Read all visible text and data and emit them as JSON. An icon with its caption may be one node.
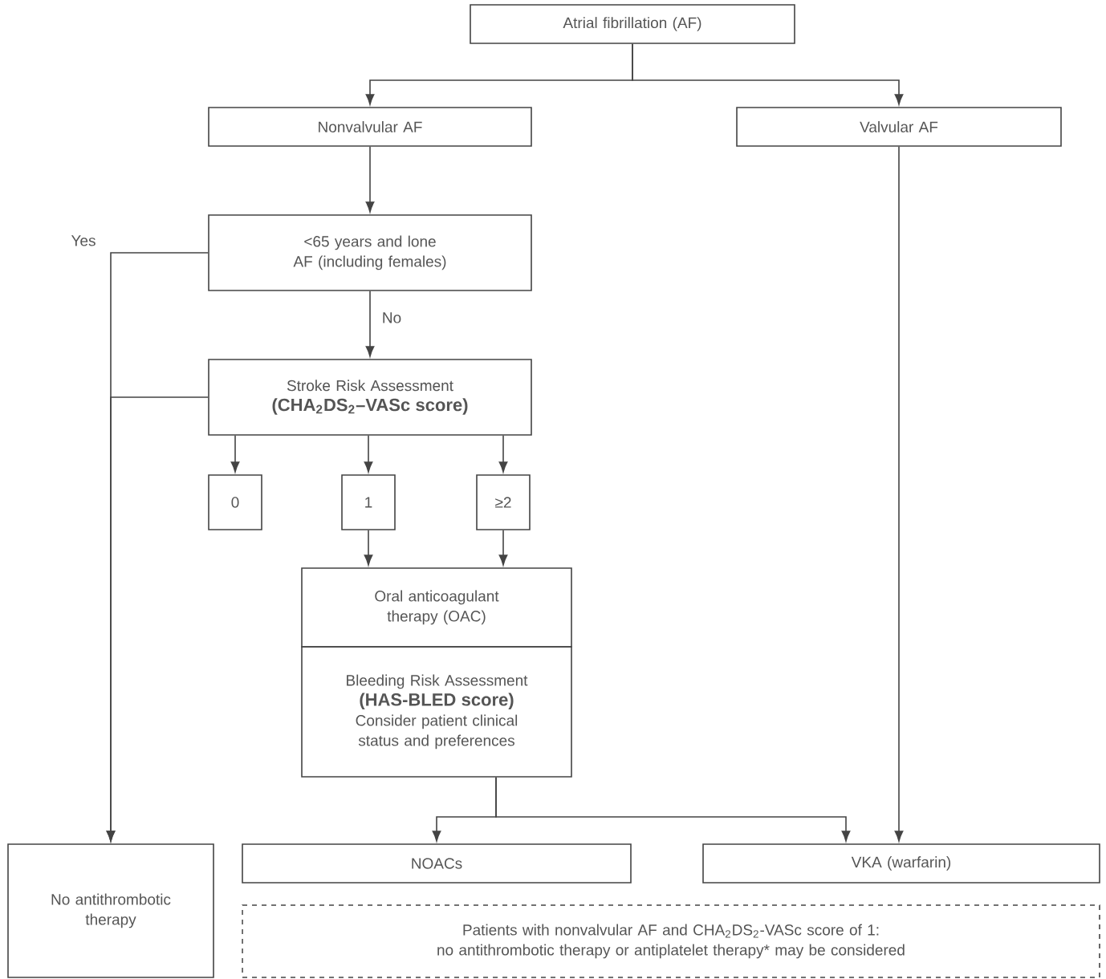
{
  "diagram": {
    "nodes": [
      {
        "text": [
          "Atrial fibrillation (AF)"
        ]
      },
      {
        "text": [
          "Nonvalvular AF"
        ]
      },
      {
        "text": [
          "Valvular AF"
        ]
      },
      {
        "text": [
          "<65 years and lone AF (including females)"
        ]
      },
      {
        "text": [
          "Stroke Risk Assessment",
          "(CHA$_{2}$DS$_{2}$–VASc score)"
        ]
      },
      {
        "text": [
          "0"
        ]
      },
      {
        "text": [
          "1"
        ]
      },
      {
        "text": [
          "≥2"
        ]
      },
      {
        "text": [
          "Oral anticoagulant therapy (OAC)"
        ]
      },
      {
        "text": [
          "Bleeding Risk Assessment",
          "(HAS-BLED score)",
          "Consider patient clinical status and preferences"
        ]
      },
      {
        "text": [
          "No antithrombotic therapy"
        ]
      },
      {
        "text": [
          "NOACs"
        ]
      },
      {
        "text": [
          "VKA (warfarin)"
        ]
      },
      {
        "text": [
          "Patients with nonvalvular AF and CHA$_{2}$DS$_{2}$-VASc score of 1:",
          "no antithrombotic therapy or antiplatelet therapy* may be considered"
        ]
      }
    ],
    "edges": [
      {
        "from": 0,
        "to": 1,
        "arrow": "to"
      },
      {
        "from": 0,
        "to": 2,
        "arrow": "to"
      },
      {
        "from": 1,
        "to": 3,
        "arrow": "to"
      },
      {
        "from": 3,
        "to": 10,
        "arrow": "to",
        "label": "Yes"
      },
      {
        "from": 3,
        "to": 4,
        "arrow": "to",
        "label": "No"
      },
      {
        "from": 4,
        "to": 10,
        "arrow": "to"
      },
      {
        "from": 4,
        "to": 5,
        "arrow": "to"
      },
      {
        "from": 4,
        "to": 6,
        "arrow": "to"
      },
      {
        "from": 4,
        "to": 7,
        "arrow": "to"
      },
      {
        "from": 6,
        "to": 8,
        "arrow": "to"
      },
      {
        "from": 7,
        "to": 8,
        "arrow": "to"
      },
      {
        "from": 9,
        "to": 11,
        "arrow": "to"
      },
      {
        "from": 9,
        "to": 12,
        "arrow": "to"
      },
      {
        "from": 2,
        "to": 12,
        "arrow": "to"
      }
    ]
  }
}
